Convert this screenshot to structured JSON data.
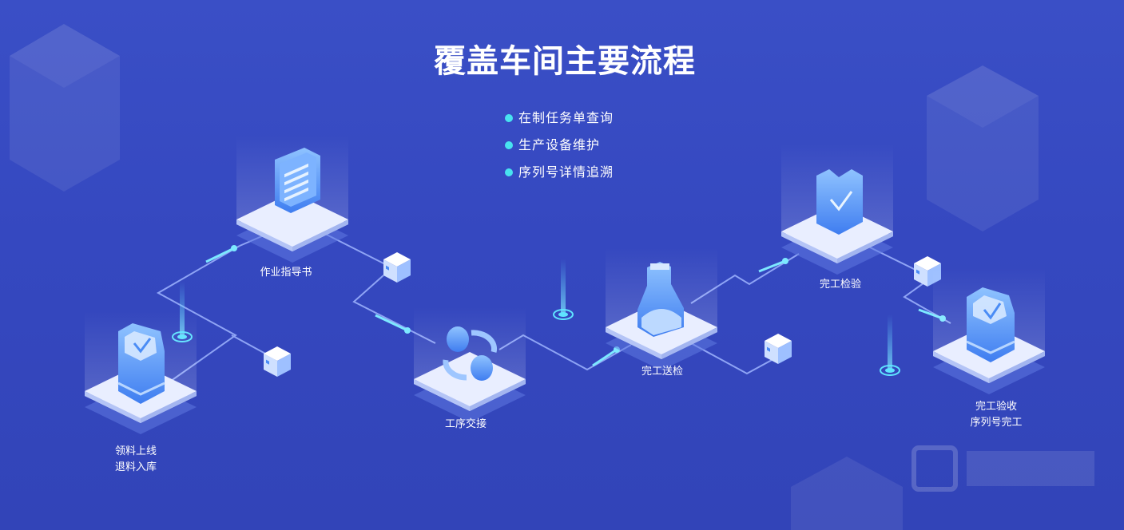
{
  "title": "覆盖车间主要流程",
  "features": [
    "在制任务单查询",
    "生产设备维护",
    "序列号详情追溯"
  ],
  "nodes": {
    "material": {
      "icon": "inbox-tray-icon",
      "lines": [
        "领料上线",
        "退料入库"
      ]
    },
    "instruction": {
      "icon": "document-list-icon",
      "lines": [
        "作业指导书"
      ]
    },
    "handover": {
      "icon": "transfer-cycle-icon",
      "lines": [
        "工序交接"
      ]
    },
    "submit": {
      "icon": "flask-icon",
      "lines": [
        "完工送检"
      ]
    },
    "inspection": {
      "icon": "clipboard-check-icon",
      "lines": [
        "完工检验"
      ]
    },
    "acceptance": {
      "icon": "inbox-check-icon",
      "lines": [
        "完工验收",
        "序列号完工"
      ]
    }
  },
  "colors": {
    "background": "#3548c0",
    "accent_dot": "#48e3f0",
    "platform_top": "#e6ecff",
    "icon_blue": "#4a8cf5"
  }
}
